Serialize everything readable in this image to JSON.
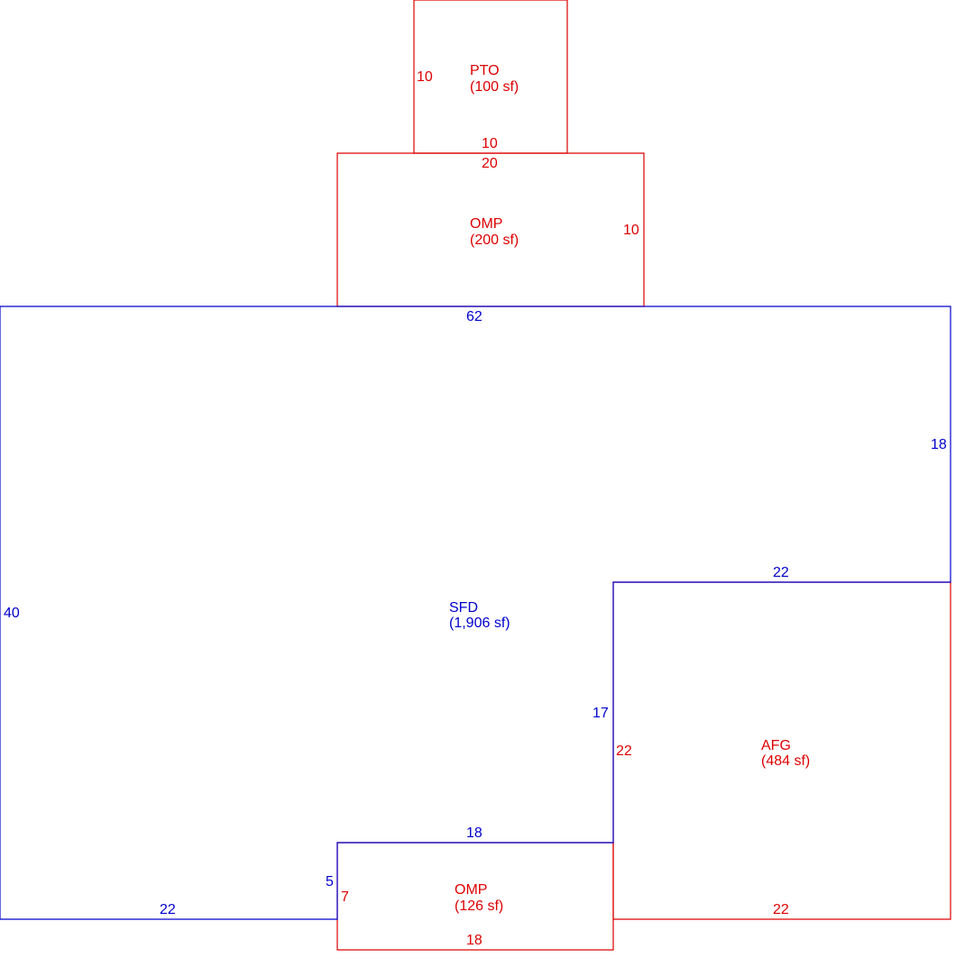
{
  "colors": {
    "living": "#0000cc",
    "addition": "#dd0000",
    "background": "#ffffff"
  },
  "areas": {
    "pto": {
      "code": "PTO",
      "size": "(100 sf)"
    },
    "omp_top": {
      "code": "OMP",
      "size": "(200 sf)"
    },
    "sfd": {
      "code": "SFD",
      "size": "(1,906 sf)"
    },
    "afg": {
      "code": "AFG",
      "size": "(484 sf)"
    },
    "omp_bottom": {
      "code": "OMP",
      "size": "(126 sf)"
    }
  },
  "dimensions": {
    "pto_left": "10",
    "pto_bottom": "10",
    "omp_top_top": "20",
    "omp_top_right": "10",
    "sfd_top": "62",
    "sfd_right": "18",
    "sfd_notch_top": "22",
    "sfd_left": "40",
    "sfd_notch_side": "17",
    "afg_left": "22",
    "sfd_inner_bottom": "18",
    "sfd_inner_side": "5",
    "omp_bottom_side": "7",
    "sfd_bottom": "22",
    "afg_bottom": "22",
    "omp_bottom_bottom": "18"
  }
}
